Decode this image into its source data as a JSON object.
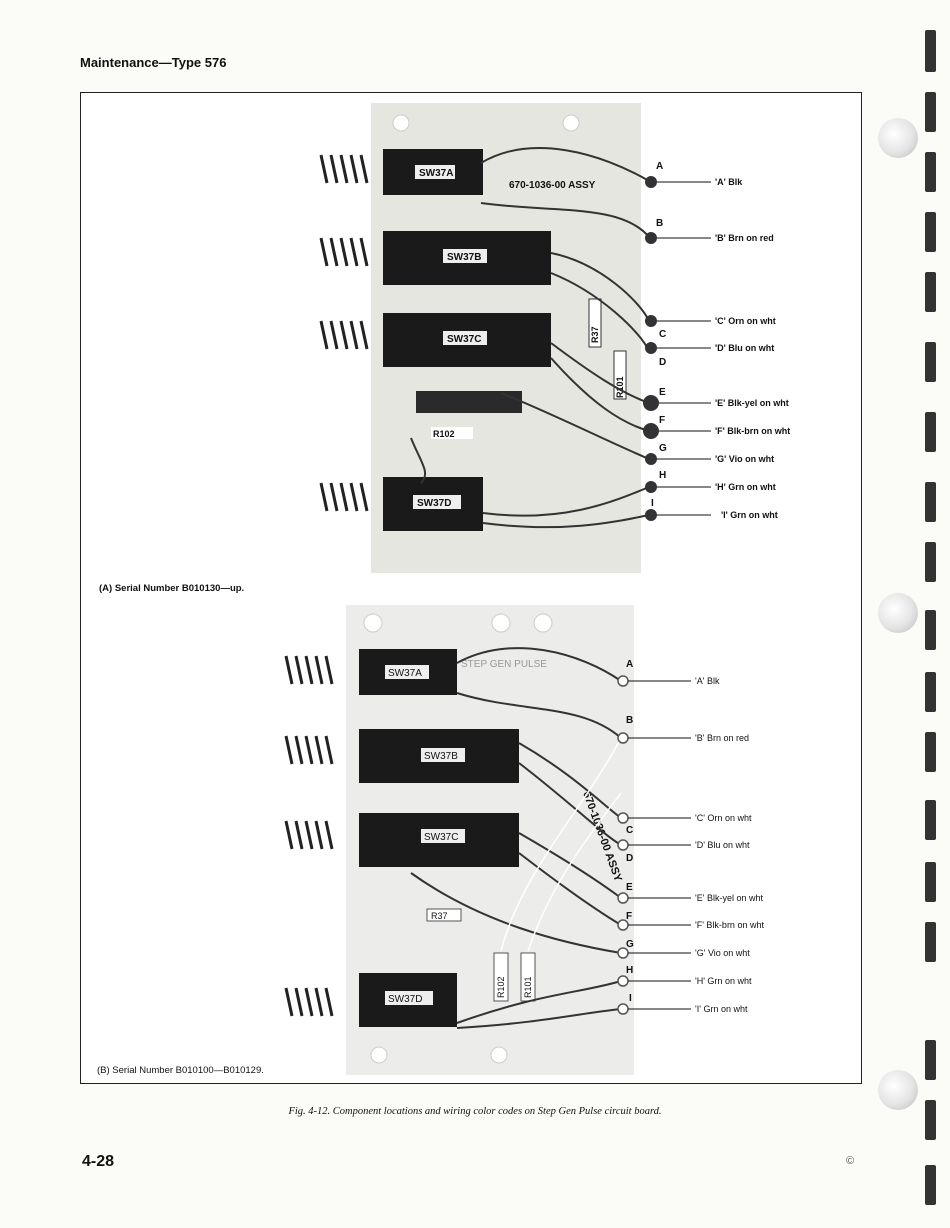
{
  "header": {
    "title": "Maintenance—Type 576"
  },
  "board_a": {
    "assembly_label": "670-1036-00 ASSY",
    "switches": [
      "SW37A",
      "SW37B",
      "SW37C",
      "SW37D"
    ],
    "resistors": {
      "r37": "R37",
      "r101": "R101",
      "r102": "R102"
    },
    "terminals": [
      "A",
      "B",
      "C",
      "D",
      "E",
      "F",
      "G",
      "H",
      "I"
    ],
    "wire_labels": [
      "'A' Blk",
      "'B' Brn on red",
      "'C' Orn on wht",
      "'D' Blu on wht",
      "'E' Blk-yel on wht",
      "'F' Blk-brn on wht",
      "'G' Vio on wht",
      "'H' Grn on wht",
      "'I' Grn on wht"
    ],
    "caption": "(A) Serial Number B010130—up."
  },
  "board_b": {
    "board_title": "STEP GEN PULSE",
    "assembly_label": "670-1036-00 ASSY",
    "switches": [
      "SW37A",
      "SW37B",
      "SW37C",
      "SW37D"
    ],
    "resistors": {
      "r37": "R37",
      "r101": "R101",
      "r102": "R102"
    },
    "terminals": [
      "A",
      "B",
      "C",
      "D",
      "E",
      "F",
      "G",
      "H",
      "I"
    ],
    "wire_labels": [
      "'A' Blk",
      "'B' Brn on red",
      "'C' Orn on wht",
      "'D' Blu on wht",
      "'E' Blk-yel on wht",
      "'F' Blk-brn on wht",
      "'G' Vio on wht",
      "'H' Grn on wht",
      "'I' Grn on wht"
    ],
    "caption": "(B) Serial Number B010100—B010129."
  },
  "figure_caption": "Fig. 4-12. Component locations and wiring color codes on Step Gen Pulse circuit board.",
  "footer": {
    "page_number": "4-28",
    "copyright": "©"
  }
}
